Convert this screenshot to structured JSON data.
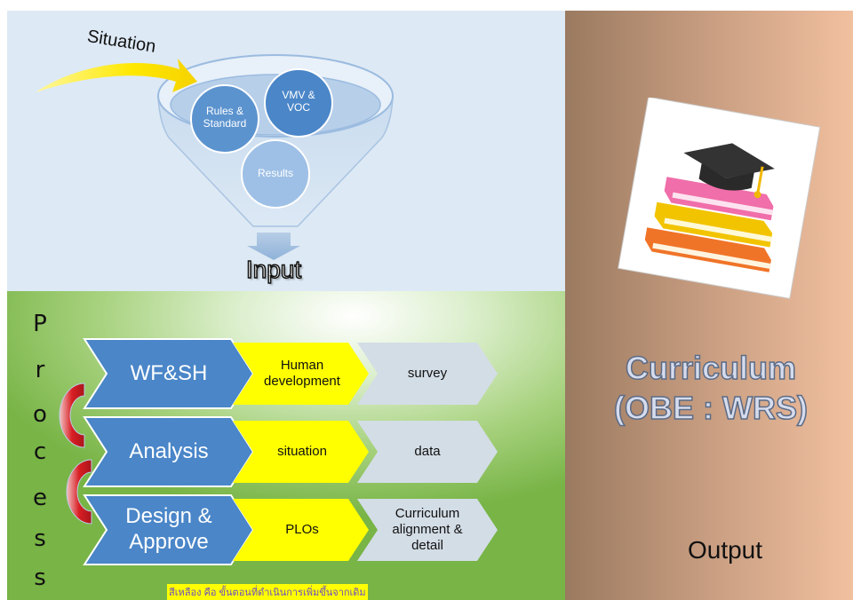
{
  "input_section": {
    "arrow_label": "Situation",
    "funnel_items": [
      "Rules & Standard",
      "VMV & VOC",
      "Results"
    ],
    "title": "Input"
  },
  "process_section": {
    "vertical_label": [
      "P",
      "r",
      "o",
      "c",
      "e",
      "s",
      "s"
    ],
    "rows": [
      {
        "step": "WF&SH",
        "detail": "Human development",
        "result": "survey"
      },
      {
        "step": "Analysis",
        "detail": "situation",
        "result": "data"
      },
      {
        "step": "Design & Approve",
        "detail": "PLOs",
        "result": "Curriculum alignment & detail"
      }
    ],
    "footnote": "สีเหลือง คือ ขั้นตอนที่ดำเนินการเพิ่มขึ้นจากเดิม"
  },
  "output_section": {
    "title_line1": "Curriculum",
    "title_line2": "(OBE : WRS)",
    "label": "Output"
  },
  "colors": {
    "step_blue": "#4a86c8",
    "highlight_yellow": "#ffff00",
    "result_grey": "#d3dde6",
    "funnel_blue": "#5b93cf",
    "curved_arrow_red": "#d81e24"
  }
}
